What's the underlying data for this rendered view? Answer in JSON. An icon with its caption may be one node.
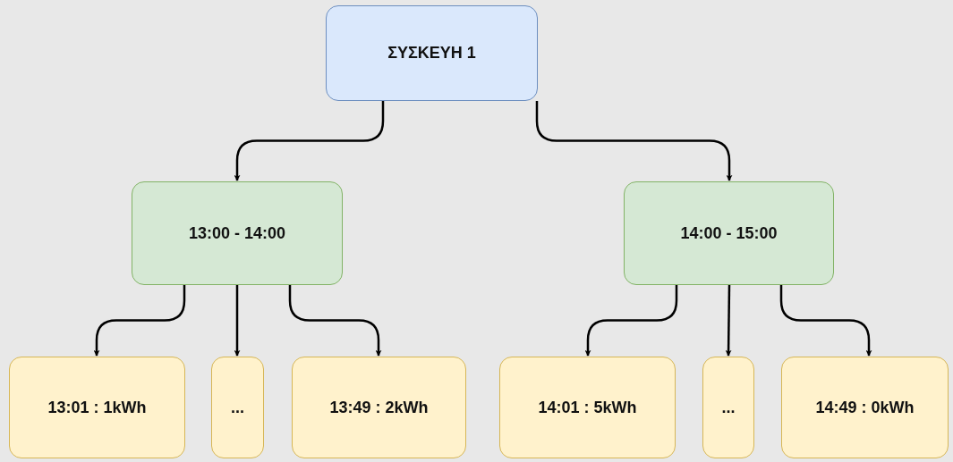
{
  "diagram": {
    "nodes": [
      {
        "text": [
          "ΣΥΣΚΕΥΗ 1"
        ]
      },
      {
        "text": [
          "13:00 - 14:00"
        ]
      },
      {
        "text": [
          "14:00 - 15:00"
        ]
      },
      {
        "text": [
          "13:01 : 1kWh"
        ]
      },
      {
        "text": [
          "..."
        ]
      },
      {
        "text": [
          "13:49 : 2kWh"
        ]
      },
      {
        "text": [
          "14:01 : 5kWh"
        ]
      },
      {
        "text": [
          "..."
        ]
      },
      {
        "text": [
          "14:49 : 0kWh"
        ]
      }
    ],
    "edges": [
      {
        "from": 0,
        "to": 1,
        "arrow": "to"
      },
      {
        "from": 0,
        "to": 2,
        "arrow": "to"
      },
      {
        "from": 1,
        "to": 3,
        "arrow": "to"
      },
      {
        "from": 1,
        "to": 4,
        "arrow": "to"
      },
      {
        "from": 1,
        "to": 5,
        "arrow": "to"
      },
      {
        "from": 2,
        "to": 6,
        "arrow": "to"
      },
      {
        "from": 2,
        "to": 7,
        "arrow": "to"
      },
      {
        "from": 2,
        "to": 8,
        "arrow": "to"
      }
    ]
  }
}
